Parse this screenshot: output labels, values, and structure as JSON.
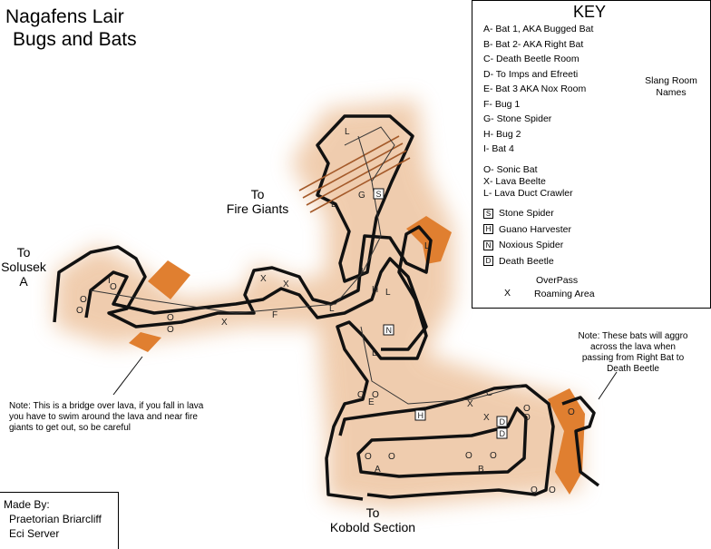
{
  "title": {
    "line1": "Nagafens Lair",
    "line2": "Bugs and Bats"
  },
  "exits": {
    "fire_giants": "To\nFire Giants",
    "solusek": "To\nSolusek A",
    "kobold": "To\nKobold Section"
  },
  "notes": {
    "bridge": "Note:  This is a bridge over lava, if you fall in lava you have to swim around the lava and near fire giants to get out, so be careful",
    "bats": "Note:  These bats will aggro across the lava when passing from Right Bat to Death Beetle"
  },
  "key": {
    "heading": "KEY",
    "rooms": [
      "A- Bat 1, AKA Bugged Bat",
      "B- Bat 2- AKA Right Bat",
      "C- Death Beetle Room",
      "D- To Imps and Efreeti",
      "E- Bat 3 AKA Nox Room",
      "F- Bug 1",
      "G- Stone Spider",
      "H- Bug 2",
      "I- Bat 4"
    ],
    "slang": "Slang Room\nNames",
    "mobs": [
      "O- Sonic Bat",
      "X- Lava Beelte",
      "L- Lava Duct Crawler"
    ],
    "symbols": [
      {
        "letter": "S",
        "label": "Stone Spider"
      },
      {
        "letter": "H",
        "label": "Guano Harvester"
      },
      {
        "letter": "N",
        "label": "Noxious Spider"
      },
      {
        "letter": "D",
        "label": "Death Beetle"
      }
    ],
    "overpass": "OverPass",
    "roaming": "Roaming Area",
    "roaming_mark": "X"
  },
  "author": {
    "line1": "Made By:",
    "line2": "Praetorian Briarcliff",
    "line3": "Eci Server"
  },
  "map_marks": [
    {
      "t": "L"
    },
    {
      "t": "L"
    },
    {
      "t": "G"
    },
    {
      "t": "L"
    },
    {
      "t": "L"
    },
    {
      "t": "L"
    },
    {
      "t": "H"
    },
    {
      "t": "L"
    },
    {
      "t": "L"
    },
    {
      "t": "X"
    },
    {
      "t": "X"
    },
    {
      "t": "F"
    },
    {
      "t": "X"
    },
    {
      "t": "I"
    },
    {
      "t": "O"
    },
    {
      "t": "O"
    },
    {
      "t": "O"
    },
    {
      "t": "O"
    },
    {
      "t": "O"
    },
    {
      "t": "E"
    },
    {
      "t": "O"
    },
    {
      "t": "O"
    },
    {
      "t": "C"
    },
    {
      "t": "X"
    },
    {
      "t": "X"
    },
    {
      "t": "O"
    },
    {
      "t": "O"
    },
    {
      "t": "A"
    },
    {
      "t": "B"
    },
    {
      "t": "O"
    },
    {
      "t": "O"
    },
    {
      "t": "O"
    },
    {
      "t": "O"
    },
    {
      "t": "O"
    },
    {
      "t": "O"
    },
    {
      "t": "O"
    }
  ],
  "map_boxes": [
    {
      "t": "S"
    },
    {
      "t": "N"
    },
    {
      "t": "H"
    },
    {
      "t": "D"
    },
    {
      "t": "D"
    }
  ],
  "colors": {
    "lava": "#e07f30",
    "glow": "#e8b283",
    "wall": "#111111"
  }
}
